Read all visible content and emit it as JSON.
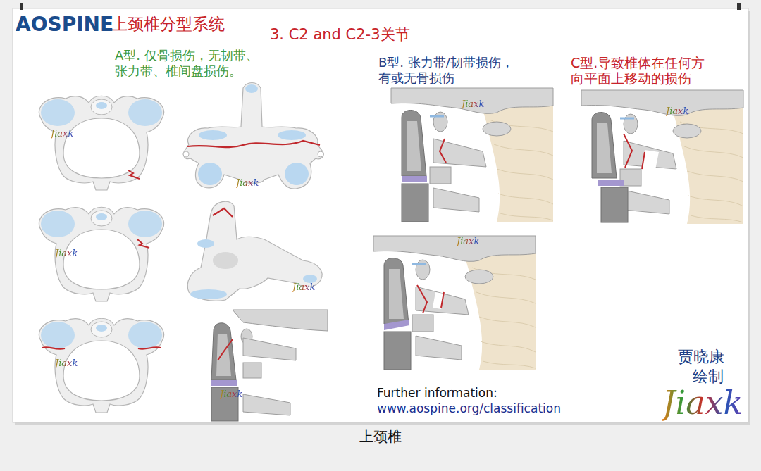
{
  "diagram": {
    "title": "上颈椎分型系统",
    "caption": "上颈椎",
    "labels": [
      "AOSPINE",
      "3. C2 and C2-3关节",
      "A型. 仅骨损伤，无韧带、张力带、椎间盘损伤。",
      "B型. 张力带/韧带损伤，有或无骨损伤",
      "C型.导致椎体在任何方向平面上移动的损伤",
      "Jiaxk",
      "Jiaxk",
      "Jiaxk",
      "Jiaxk",
      "Jiaxk",
      "Jiaxk",
      "Jiaxk",
      "Jiaxk",
      "Jiaxk",
      "贾晓康",
      "绘制",
      "Jiaxk",
      "Further information:",
      "www.aospine.org/classification"
    ]
  }
}
